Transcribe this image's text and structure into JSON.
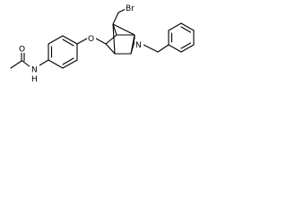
{
  "molecule": {
    "atoms": {
      "oxygen_carbonyl": "O",
      "nitrogen_amide": "N",
      "hydrogen_amide": "H",
      "oxygen_ether": "O",
      "bromine": "Br",
      "nitrogen_ring": "N"
    },
    "colors": {
      "bond": "#000000",
      "label": "#000000",
      "background": "#ffffff"
    }
  }
}
